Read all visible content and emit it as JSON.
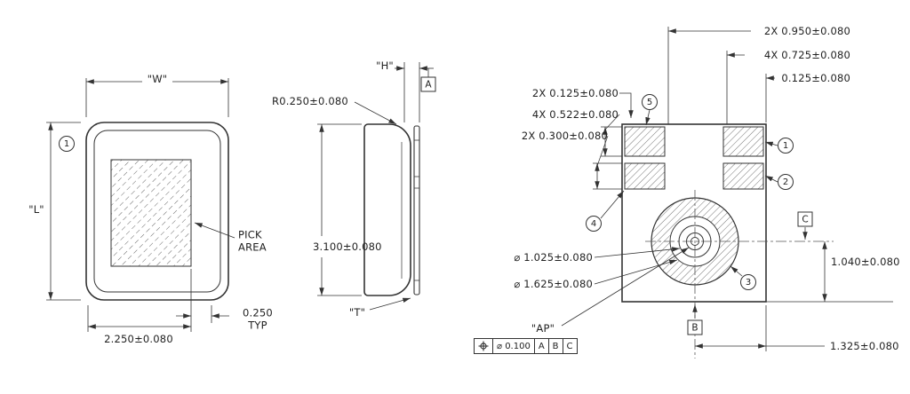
{
  "front_view": {
    "width_label": "\"W\"",
    "length_label": "\"L\"",
    "callout_1": "1",
    "pick_area_label": "PICK\nAREA",
    "dim_width": "2.250±0.080",
    "dim_typ": "0.250\nTYP"
  },
  "side_view": {
    "height_label": "\"H\"",
    "thickness_label": "\"T\"",
    "dim_corner_radius": "R0.250±0.080",
    "dim_height": "3.100±0.080",
    "datum_a": "A"
  },
  "bottom_view": {
    "dim_top_1": "2X 0.950±0.080",
    "dim_top_2": "4X 0.725±0.080",
    "dim_top_3": "0.125±0.080",
    "dim_left_1": "2X 0.125±0.080",
    "dim_left_2": "4X 0.522±0.080",
    "dim_left_3": "2X 0.300±0.080",
    "dim_dia_inner": "⌀ 1.025±0.080",
    "dim_dia_outer": "⌀ 1.625±0.080",
    "attach_point_label": "\"AP\"",
    "dim_right_1": "1.040±0.080",
    "dim_bottom_1": "1.325±0.080",
    "datum_b": "B",
    "datum_c": "C",
    "callout_1": "1",
    "callout_2": "2",
    "callout_3": "3",
    "callout_4": "4",
    "callout_5": "5",
    "feature_control_frame": {
      "tolerance": "⌀ 0.100",
      "datum_1": "A",
      "datum_2": "B",
      "datum_3": "C"
    }
  }
}
